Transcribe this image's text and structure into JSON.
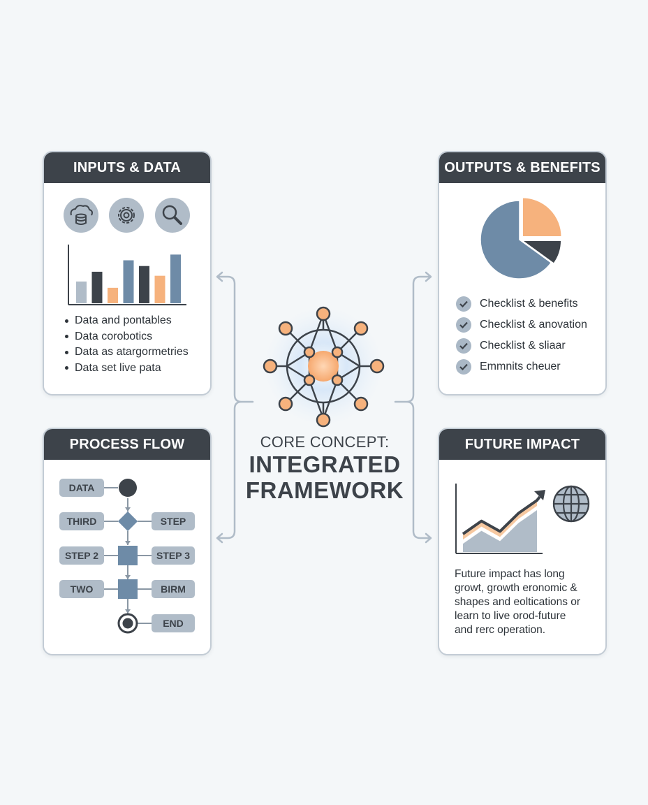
{
  "inputs": {
    "title": "INPUTS & DATA",
    "icons": [
      "cloud-database-icon",
      "gear-icon",
      "magnifier-icon"
    ],
    "chart_data": {
      "type": "bar",
      "values": [
        38,
        55,
        27,
        75,
        65,
        48,
        85
      ],
      "colors": [
        "#b0bcc8",
        "#3d434a",
        "#f6b27d",
        "#6e8ba7",
        "#3d434a",
        "#f6b27d",
        "#6e8ba7"
      ],
      "ylim": [
        0,
        100
      ]
    },
    "bullets": [
      "Data and pontables",
      "Data corobotics",
      "Data as atargormetries",
      "Data set live pata"
    ]
  },
  "outputs": {
    "title": "OUTPUTS & BENEFITS",
    "chart_data": {
      "type": "pie",
      "slices": [
        {
          "value": 65,
          "color": "#6e8ba7"
        },
        {
          "value": 25,
          "color": "#f6b27d"
        },
        {
          "value": 10,
          "color": "#3d434a"
        }
      ]
    },
    "checklist": [
      "Checklist & benefits",
      "Checklist & anovation",
      "Checklist & sliaar",
      "Emmnits cheuer"
    ]
  },
  "process": {
    "title": "PROCESS FLOW",
    "nodes": {
      "data": "DATA",
      "third": "THIRD",
      "step": "STEP",
      "step2": "STEP 2",
      "step3": "STEP 3",
      "two": "TWO",
      "birm": "BIRM",
      "end": "END"
    }
  },
  "future": {
    "title": "FUTURE IMPACT",
    "icons": [
      "trend-arrow-icon",
      "globe-icon"
    ],
    "chart_data": {
      "type": "area",
      "values": [
        35,
        60,
        40,
        75,
        100
      ]
    },
    "paragraph": [
      "Future impact has long",
      "growt, growth eronomic &",
      "shapes and eoltications or",
      "learn to live orod-future",
      "and rerc operation."
    ]
  },
  "core": {
    "kicker": "CORE CONCEPT:",
    "title_line1": "INTEGRATED",
    "title_line2": "FRAMEWORK"
  },
  "colors": {
    "dark": "#3d434a",
    "steel": "#6e8ba7",
    "grey": "#b0bcc8",
    "orange": "#f6b27d",
    "background": "#f4f7f9"
  }
}
